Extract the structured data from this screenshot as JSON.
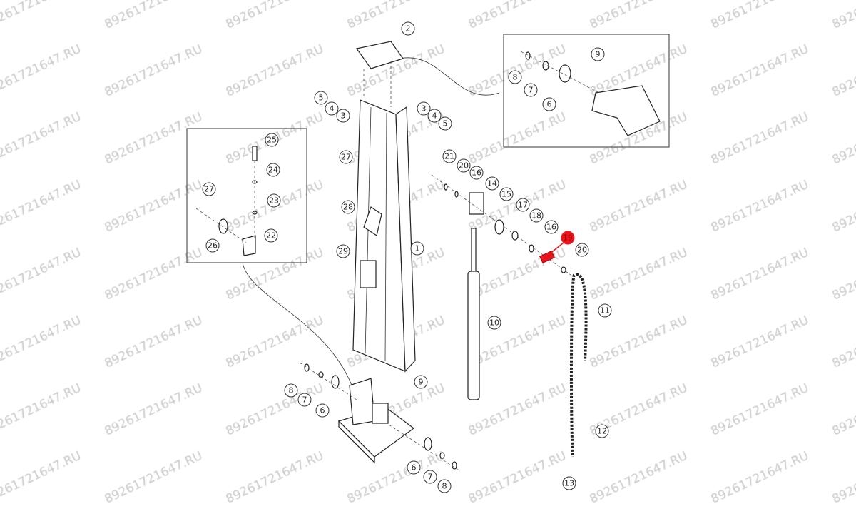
{
  "watermark": "89261721647.RU",
  "highlight_color": "#e8141e",
  "callouts": [
    "2",
    "5",
    "4",
    "3",
    "3",
    "4",
    "5",
    "8",
    "7",
    "6",
    "9",
    "25",
    "24",
    "23",
    "27",
    "26",
    "22",
    "27",
    "28",
    "29",
    "1",
    "21",
    "20",
    "16",
    "14",
    "15",
    "17",
    "18",
    "16",
    "19",
    "20",
    "11",
    "10",
    "12",
    "13",
    "8",
    "7",
    "6",
    "9",
    "6",
    "7",
    "8"
  ],
  "highlighted_callout": "19"
}
